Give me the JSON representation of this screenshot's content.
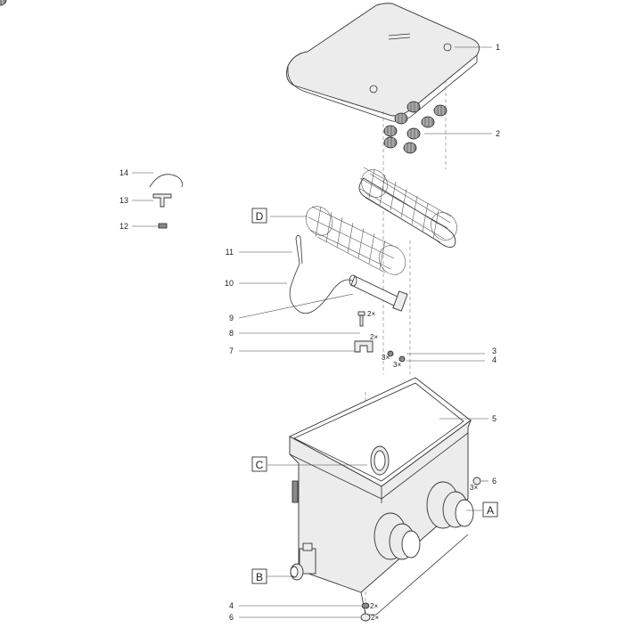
{
  "diagram": {
    "callouts": {
      "c1": "1",
      "c2": "2",
      "c3": "3",
      "c4a": "4",
      "c4b": "4",
      "c5": "5",
      "c6a": "6",
      "c6b": "6",
      "c7": "7",
      "c8": "8",
      "c9": "9",
      "c10": "10",
      "c11": "11",
      "c12": "12",
      "c13": "13",
      "c14": "14"
    },
    "quantities": {
      "q8": "2×",
      "q7": "2×",
      "q3": "3×",
      "q4": "3×",
      "q6a": "3×",
      "q4b": "2×",
      "q6b": "2×"
    },
    "boxed_labels": {
      "A": "A",
      "B": "B",
      "C": "C",
      "D": "D"
    }
  }
}
